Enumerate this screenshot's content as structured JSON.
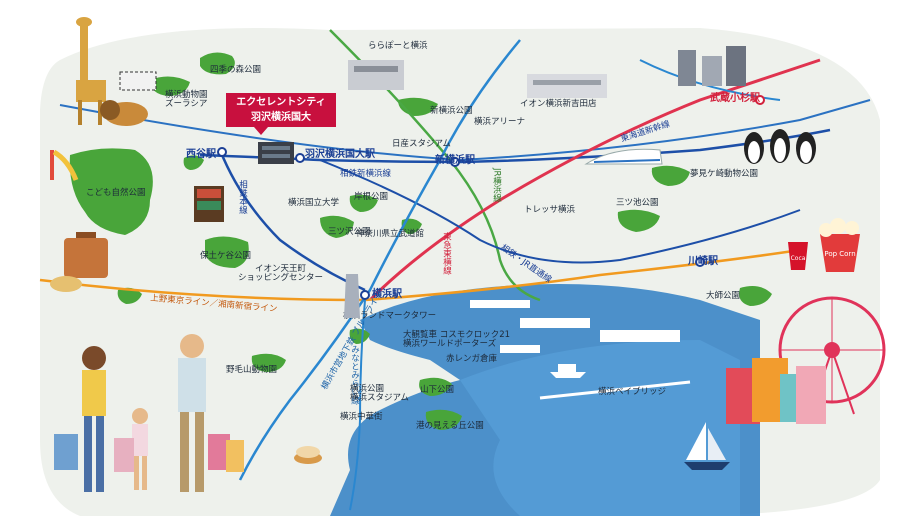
{
  "callout": {
    "line1": "エクセレントシティ",
    "line2": "羽沢横浜国大"
  },
  "stations": {
    "nishiya": "西谷駅",
    "hazawa": "羽沢横浜国大駅",
    "shin_yokohama": "新横浜駅",
    "yokohama": "横浜駅",
    "musashi_kosugi": "武蔵小杉駅",
    "kawasaki": "川崎駅"
  },
  "lines": {
    "sotetsu": "相鉄本線",
    "shin_yokohama_line": "相鉄新横浜線",
    "jr_yokohama_line": "JR横浜線",
    "toyoko_line": "東急東横線",
    "sotetsu_jr_direct": "相鉄・JR直通線",
    "tokaido_shinkansen": "東海道新幹線",
    "ueno_tokyo_line": "上野東京ライン／湘南新宿ライン",
    "blue_line": "横浜市営地下鉄\nブルーライン",
    "minatomirai_line": "みなとみらい線"
  },
  "places": {
    "zoorasia": "横浜動物園\nズーラシア",
    "shiki_no_mori": "四季の森公園",
    "lalaport": "ららぽーと横浜",
    "aeon": "イオン横浜新吉田店",
    "shinyokohama_park": "新横浜公園",
    "yokohama_arena": "横浜アリーナ",
    "nissan_stadium": "日産スタジアム",
    "kodomo_shizen": "こども自然公園",
    "ynu": "横浜国立大学",
    "kishine_park": "岸根公園",
    "mitsuzawa_park": "三ツ沢公園",
    "budokan": "神奈川県立武道館",
    "tressa": "トレッサ横浜",
    "mitsuike_park": "三ツ池公園",
    "yumemigasaki_zoo": "夢見ケ崎動物公園",
    "hodogaya_park": "保土ケ谷公園",
    "aeon_tennocho": "イオン天王町\nショッピングセンター",
    "landmark_tower": "横浜ランドマークタワー",
    "cosmo_clock": "大観覧車 コスモクロック21\n横浜ワールドポーターズ",
    "red_brick": "赤レンガ倉庫",
    "nogeyama_zoo": "野毛山動物園",
    "yokohama_park": "横浜公園\n横浜スタジアム",
    "yamashita_park": "山下公園",
    "chinatown": "横浜中華街",
    "minatonomieru_oka": "港の見える丘公園",
    "bay_bridge": "横浜ベイブリッジ",
    "daishi_park": "大師公園"
  },
  "brand": {
    "popcorn": "Pop Corn",
    "cola": "Coca"
  },
  "colors": {
    "sotetsu_blue": "#1d4fa8",
    "jr_green": "#4aa844",
    "toyoko_red": "#e0334f",
    "jr_orange": "#f19a1f",
    "shinkansen_blue": "#2b72c2",
    "subway_blue": "#2a87d0",
    "sea": "#2f7fc4",
    "land": "#eef1ec",
    "park_green": "#49a53a",
    "callout_red": "#c8103e"
  }
}
